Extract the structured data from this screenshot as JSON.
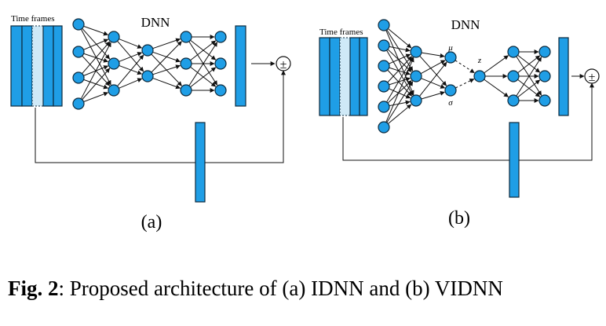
{
  "diagram_a": {
    "sublabel": "(a)",
    "title": "DNN",
    "input_label": "Time frames",
    "output_symbol": "±"
  },
  "diagram_b": {
    "sublabel": "(b)",
    "title": "DNN",
    "input_label": "Time frames",
    "mu_label": "μ",
    "sigma_label": "σ",
    "z_label": "z",
    "output_symbol": "±"
  },
  "caption": {
    "prefix": "Fig. 2",
    "text": ": Proposed architecture of (a) IDNN and (b) VIDNN"
  },
  "colors": {
    "node_fill": "#1f9ee6",
    "stroke": "#0d2a3d",
    "highlight_frame": "#cfe9f7"
  }
}
